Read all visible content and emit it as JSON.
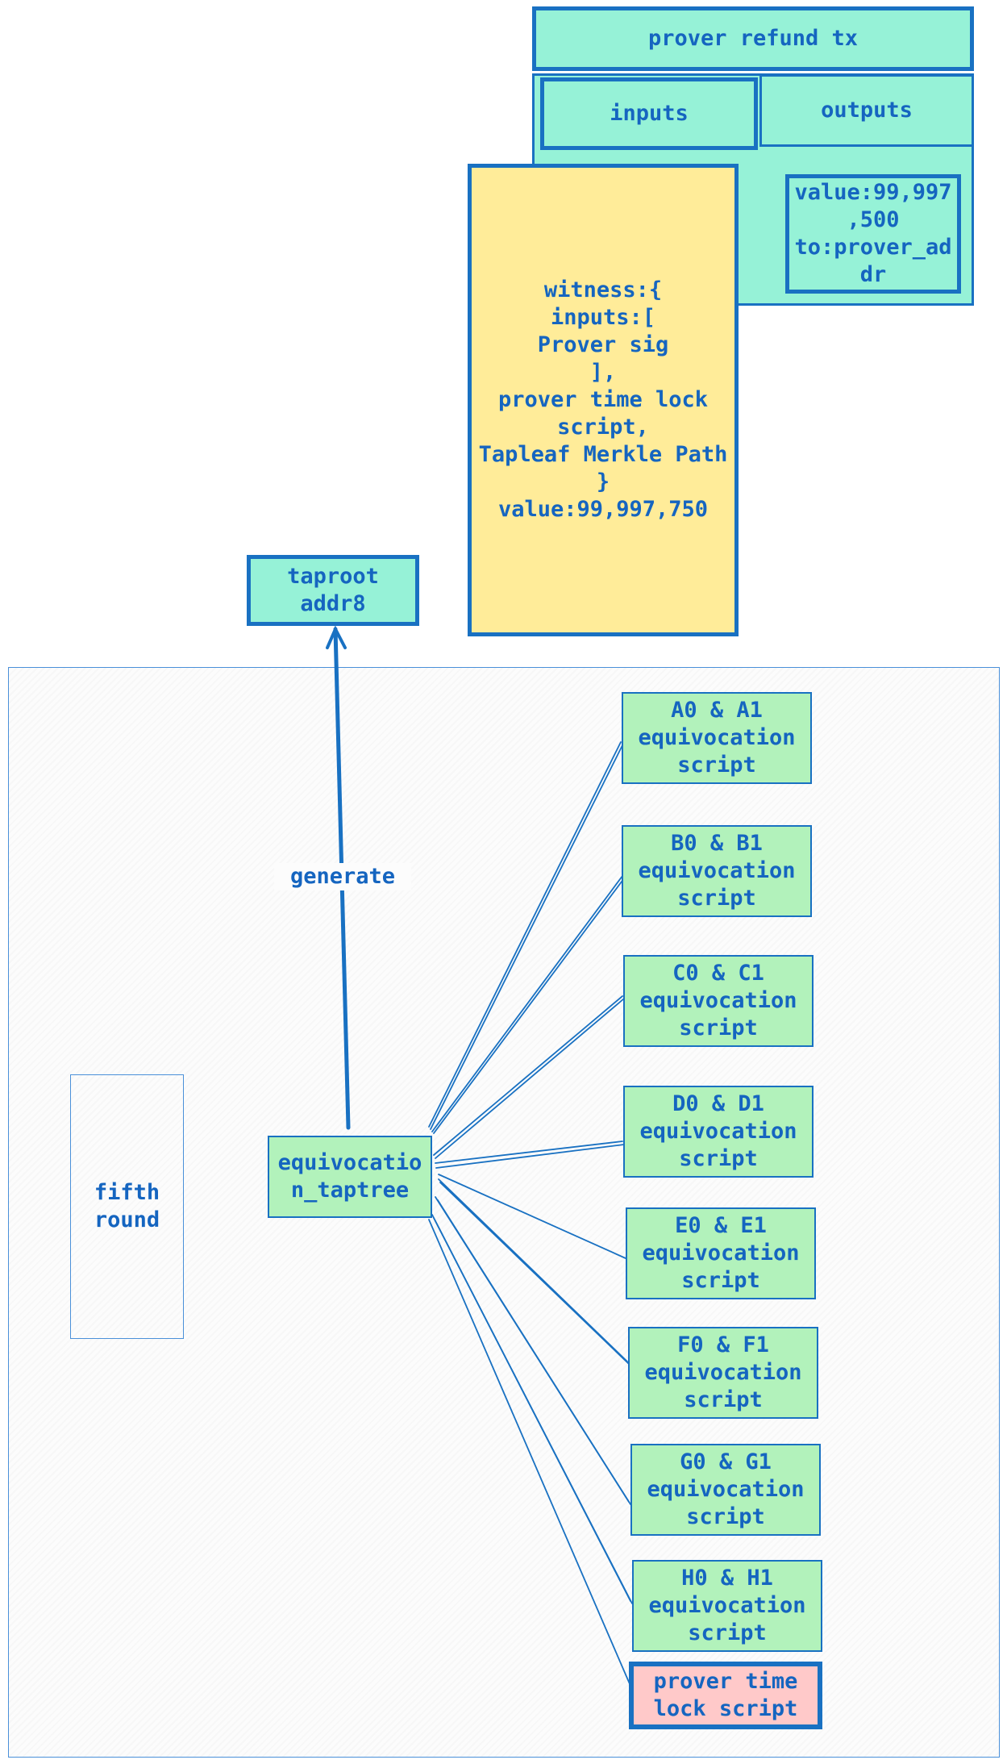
{
  "tx": {
    "title": "prover refund tx",
    "inputs_label": "inputs",
    "outputs_label": "outputs",
    "output_value": "value:99,997\n,500\nto:prover_ad\ndr",
    "witness": "witness:{\ninputs:[\nProver sig\n],\nprover time lock\nscript,\nTapleaf Merkle Path\n}\nvalue:99,997,750"
  },
  "taproot_addr": "taproot\naddr8",
  "edge_label": "generate",
  "round_label": "fifth\nround",
  "taptree": "equivocatio\nn_taptree",
  "scripts": [
    "A0 & A1\nequivocation\nscript",
    "B0 & B1\nequivocation\nscript",
    "C0 & C1\nequivocation\nscript",
    "D0 & D1\nequivocation\nscript",
    "E0 & E1\nequivocation\nscript",
    "F0 & F1\nequivocation\nscript",
    "G0 & G1\nequivocation\nscript",
    "H0 & H1\nequivocation\nscript"
  ],
  "timelock_script": "prover time\nlock script",
  "colors": {
    "stroke": "#1971c2",
    "text": "#1565c0",
    "teal": "#96f2d7",
    "yellow": "#ffec99",
    "green": "#b2f2bb",
    "red": "#ffc9c9"
  }
}
